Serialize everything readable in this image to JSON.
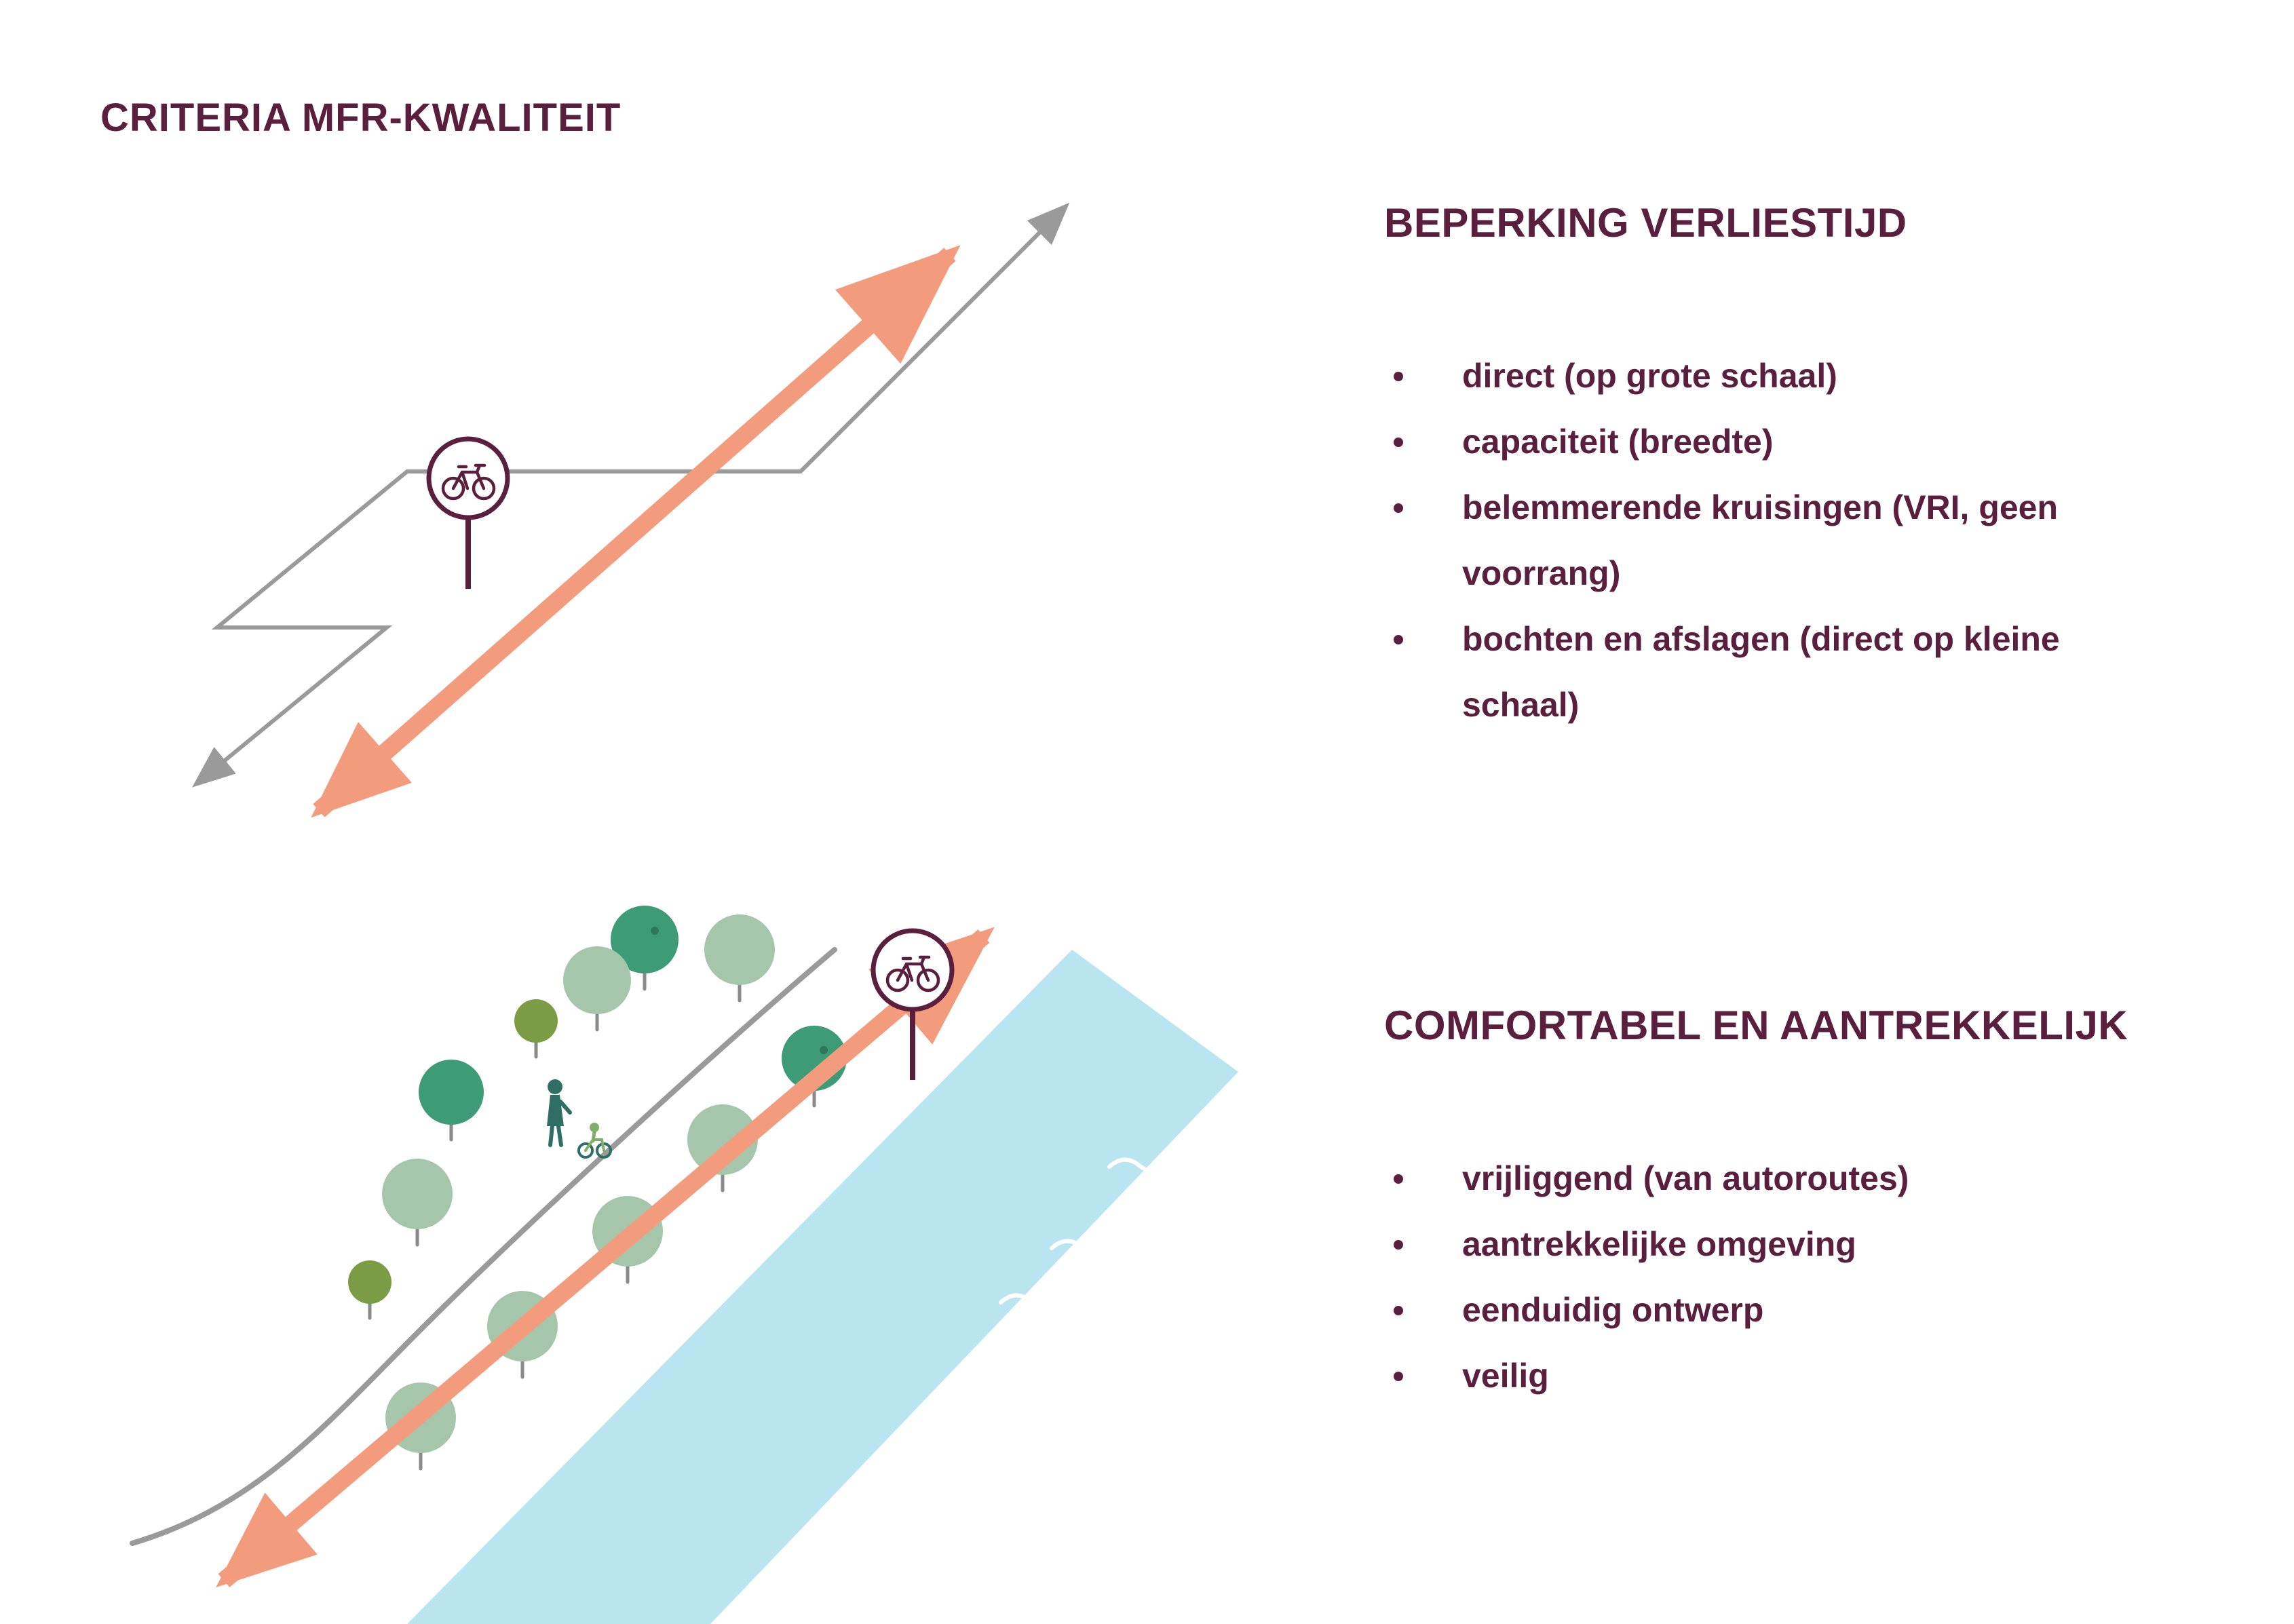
{
  "title": "CRITERIA MFR-KWALITEIT",
  "sections": [
    {
      "id": "beperking-verliestijd",
      "heading": "BEPERKING VERLIESTIJD",
      "bullets": [
        "direct (op grote schaal)",
        "capaciteit (breedte)",
        "belemmerende kruisingen (VRI, geen voorrang)",
        "bochten en afslagen (direct op kleine schaal)"
      ]
    },
    {
      "id": "comfortabel-en-aantrekkelijk",
      "heading": "COMFORTABEL EN AANTREKKELIJK",
      "bullets": [
        "vrijliggend (van autoroutes)",
        "aantrekkelijke omgeving",
        "eenduidig ontwerp",
        "veilig"
      ]
    }
  ],
  "illustrations": {
    "top": {
      "label": "zigzag-route-versus-directe-route",
      "icon": "bicycle-sign-icon"
    },
    "bottom": {
      "label": "comfortabele-aantrekkelijke-route-langs-water",
      "icon": "bicycle-sign-icon"
    }
  },
  "colors": {
    "text": "#5B1F3E",
    "arrow": "#F29C7D",
    "route-gray": "#9A9A9A",
    "water": "#B9E5F0",
    "tree-light": "#A6C6AC",
    "tree-dark": "#3E9B77",
    "tree-olive": "#7B9C44",
    "figure-teal": "#2F6F63",
    "figure-green": "#7FAE6A",
    "sign": "#5B1F3E",
    "wave": "#FFFFFF",
    "trunk": "#8a8a8a"
  }
}
